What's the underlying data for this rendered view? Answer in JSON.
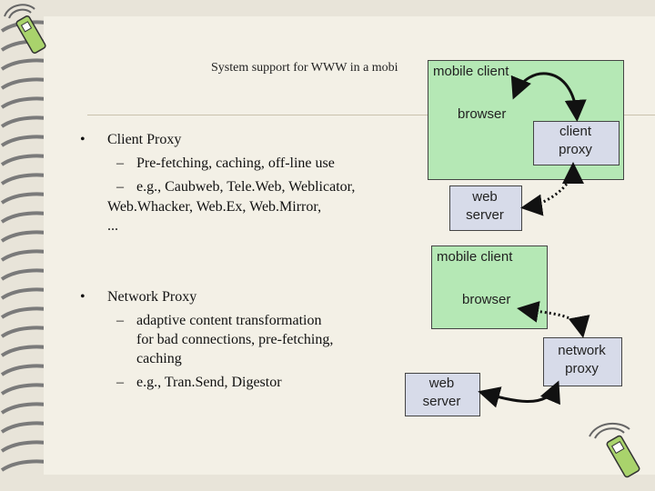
{
  "title": "System support for WWW in a mobi",
  "client_proxy_section": {
    "bullet": "•",
    "heading": "Client Proxy",
    "items": [
      {
        "dash": "–",
        "lines": [
          "Pre-fetching, caching, off-line use"
        ]
      },
      {
        "dash": "–",
        "lines": [
          "e.g., Caubweb, Tele.Web, Weblicator,",
          "Web.Whacker, Web.Ex, Web.Mirror,",
          "..."
        ]
      }
    ]
  },
  "network_proxy_section": {
    "bullet": "•",
    "heading": "Network Proxy",
    "items": [
      {
        "dash": "–",
        "lines": [
          "adaptive content transformation",
          "for bad connections, pre-fetching,",
          "caching"
        ]
      },
      {
        "dash": "–",
        "lines": [
          "e.g., Tran.Send, Digestor"
        ]
      }
    ]
  },
  "diagram_top": {
    "mobile_client": "mobile client",
    "browser": "browser",
    "client_proxy": [
      "client",
      "proxy"
    ],
    "web_server": [
      "web",
      "server"
    ]
  },
  "diagram_bottom": {
    "mobile_client": "mobile client",
    "browser": "browser",
    "network_proxy": [
      "network",
      "proxy"
    ],
    "web_server": [
      "web",
      "server"
    ]
  },
  "colors": {
    "mobile_client_fill": "#b5e8b5",
    "proxy_fill": "#d7dbe9",
    "server_fill": "#d7dbe9"
  }
}
